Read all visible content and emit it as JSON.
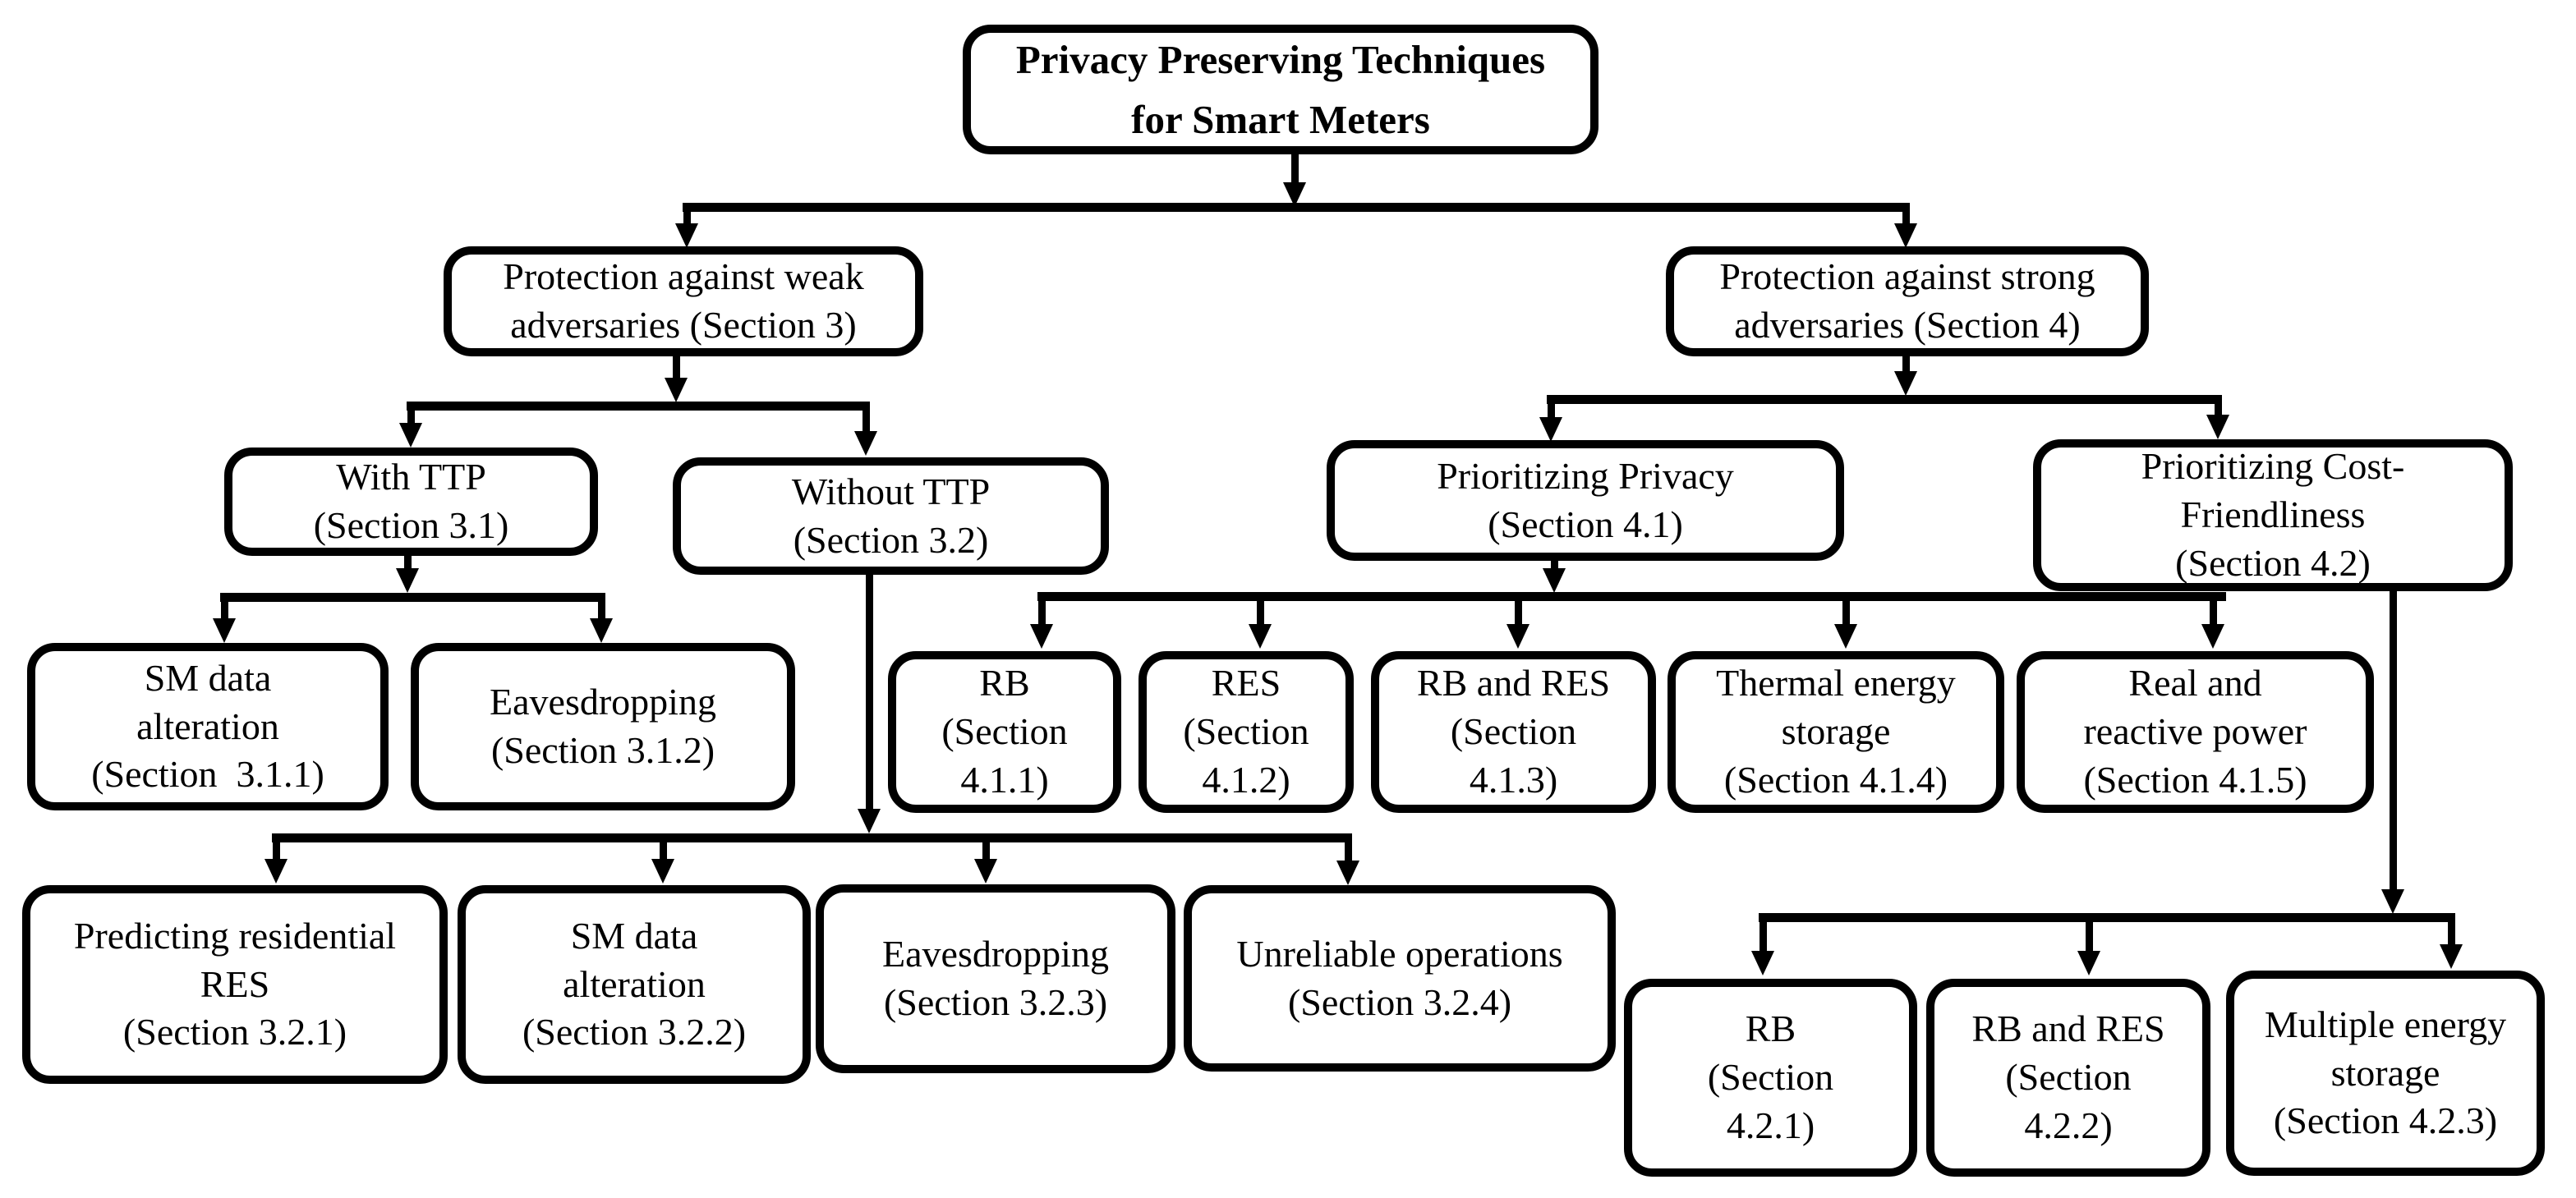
{
  "diagram": {
    "background": "#ffffff",
    "line_color": "#000000",
    "node_border_color": "#000000",
    "text_color": "#000000"
  },
  "nodes": [
    {
      "id": "root",
      "text": "Privacy Preserving Techniques\nfor Smart Meters"
    },
    {
      "id": "section-3",
      "text": "Protection against weak\nadversaries (Section 3)"
    },
    {
      "id": "section-4",
      "text": "Protection against strong\nadversaries (Section 4)"
    },
    {
      "id": "section-3-1",
      "text": "With TTP\n(Section 3.1)"
    },
    {
      "id": "section-3-2",
      "text": "Without TTP\n(Section 3.2)"
    },
    {
      "id": "section-4-1",
      "text": "Prioritizing Privacy\n(Section 4.1)"
    },
    {
      "id": "section-4-2",
      "text": "Prioritizing Cost-\nFriendliness\n(Section 4.2)"
    },
    {
      "id": "section-3-1-1",
      "text": "SM data\nalteration\n(Section  3.1.1)"
    },
    {
      "id": "section-3-1-2",
      "text": "Eavesdropping\n(Section 3.1.2)"
    },
    {
      "id": "section-4-1-1",
      "text": "RB\n(Section\n4.1.1)"
    },
    {
      "id": "section-4-1-2",
      "text": "RES\n(Section\n4.1.2)"
    },
    {
      "id": "section-4-1-3",
      "text": "RB and RES\n(Section\n4.1.3)"
    },
    {
      "id": "section-4-1-4",
      "text": "Thermal energy\nstorage\n(Section 4.1.4)"
    },
    {
      "id": "section-4-1-5",
      "text": "Real and\nreactive power\n(Section 4.1.5)"
    },
    {
      "id": "section-3-2-1",
      "text": "Predicting residential\nRES\n(Section 3.2.1)"
    },
    {
      "id": "section-3-2-2",
      "text": "SM data\nalteration\n(Section 3.2.2)"
    },
    {
      "id": "section-3-2-3",
      "text": "Eavesdropping\n(Section 3.2.3)"
    },
    {
      "id": "section-3-2-4",
      "text": "Unreliable operations\n(Section 3.2.4)"
    },
    {
      "id": "section-4-2-1",
      "text": "RB\n(Section\n4.2.1)"
    },
    {
      "id": "section-4-2-2",
      "text": "RB and RES\n(Section\n4.2.2)"
    },
    {
      "id": "section-4-2-3",
      "text": "Multiple energy\nstorage\n(Section 4.2.3)"
    }
  ]
}
